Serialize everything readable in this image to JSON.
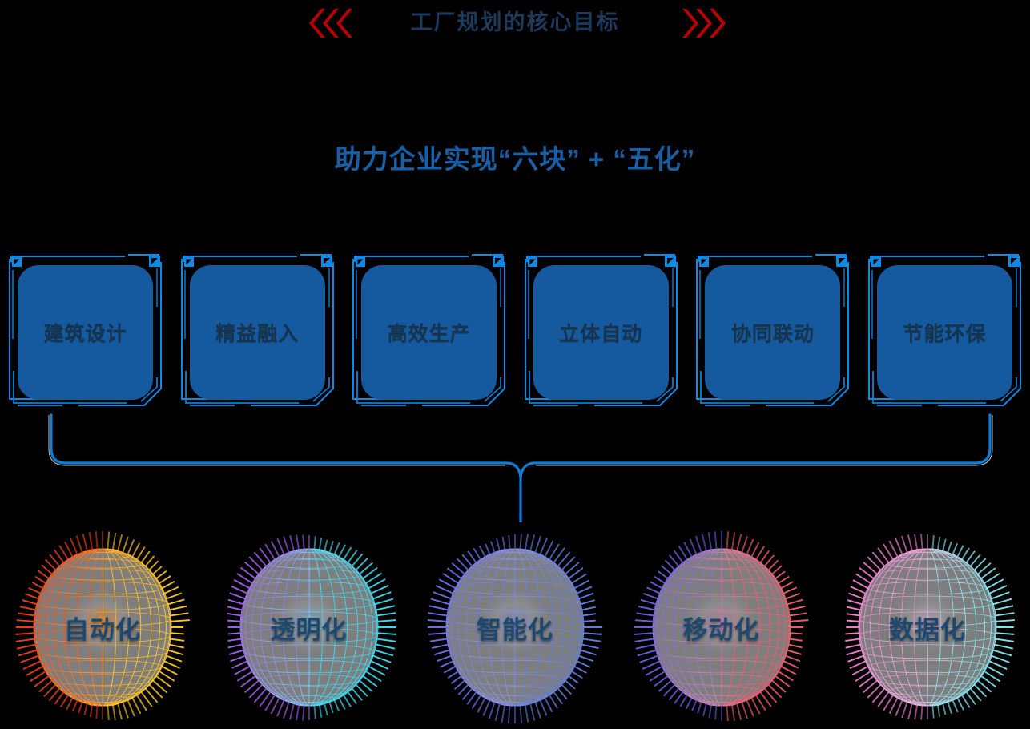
{
  "header": {
    "title": "工厂规划的核心目标",
    "left_chevron_icon": "chevron-double-left-icon",
    "right_chevron_icon": "chevron-double-right-icon",
    "chevron_count": 3,
    "chevron_color": "#c00000",
    "title_color": "#1c3a5e"
  },
  "subtitle": {
    "text": "助力企业实现“六块” + “五化”",
    "color": "#1560a8"
  },
  "blocks": {
    "section_name": "六块",
    "frame_color": "#0b8ae8",
    "fill_color": "#15599e",
    "label_color": "#17344e",
    "items": [
      {
        "label": "建筑设计"
      },
      {
        "label": "精益融入"
      },
      {
        "label": "高效生产"
      },
      {
        "label": "立体自动"
      },
      {
        "label": "协同联动"
      },
      {
        "label": "节能环保"
      }
    ]
  },
  "connector": {
    "name": "brace-connector",
    "color": "#0f7ed6"
  },
  "spheres": {
    "section_name": "五化",
    "label_color": "#1d4971",
    "items": [
      {
        "label": "自动化",
        "color_a": "#f03c14",
        "color_b": "#ffc41e",
        "core": "#ff9a2e"
      },
      {
        "label": "透明化",
        "color_a": "#a45cf0",
        "color_b": "#36d9f0",
        "core": "#7fc8e8"
      },
      {
        "label": "智能化",
        "color_a": "#6a6ef0",
        "color_b": "#5f7de0",
        "core": "#8f9ad8"
      },
      {
        "label": "移动化",
        "color_a": "#6a5ce8",
        "color_b": "#f05a6a",
        "core": "#d08ab0"
      },
      {
        "label": "数据化",
        "color_a": "#f07cd0",
        "color_b": "#7fe4ee",
        "core": "#e8b8e0"
      }
    ]
  }
}
